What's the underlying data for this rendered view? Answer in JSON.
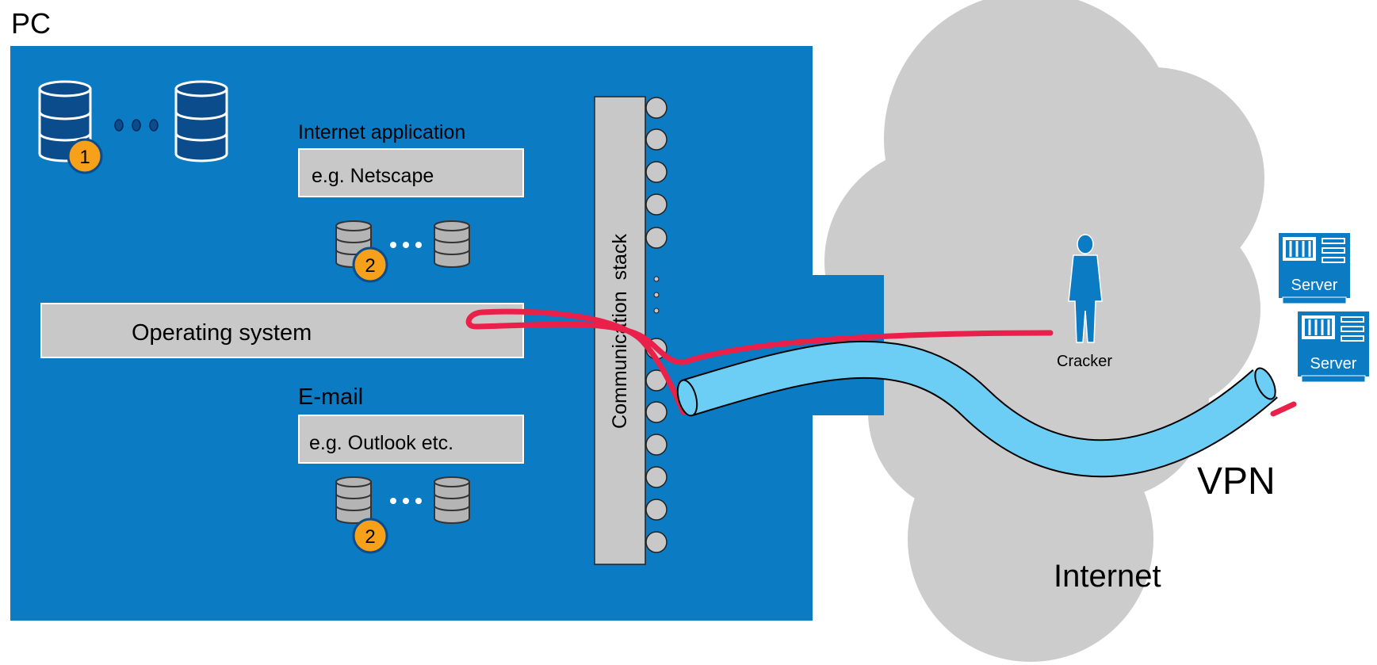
{
  "pc": {
    "title": "PC",
    "internet_app_label": "Internet application",
    "internet_app_example": "e.g. Netscape",
    "os_label": "Operating system",
    "email_label": "E-mail",
    "email_example": "e.g. Outlook etc.",
    "comm_stack_label": "Communication  stack",
    "badge_1": "1",
    "badge_2": "2"
  },
  "internet": {
    "label": "Internet",
    "vpn_label": "VPN",
    "cracker_label": "Cracker",
    "server_label": "Server"
  },
  "colors": {
    "pc_blue": "#0B7BC3",
    "cloud_gray": "#CCCCCC",
    "box_gray": "#C8C8C8",
    "attack_red": "#E8204A",
    "vpn_tube": "#6CCDF5",
    "badge_orange": "#F7A019",
    "db_blue": "#0B4D8C"
  }
}
